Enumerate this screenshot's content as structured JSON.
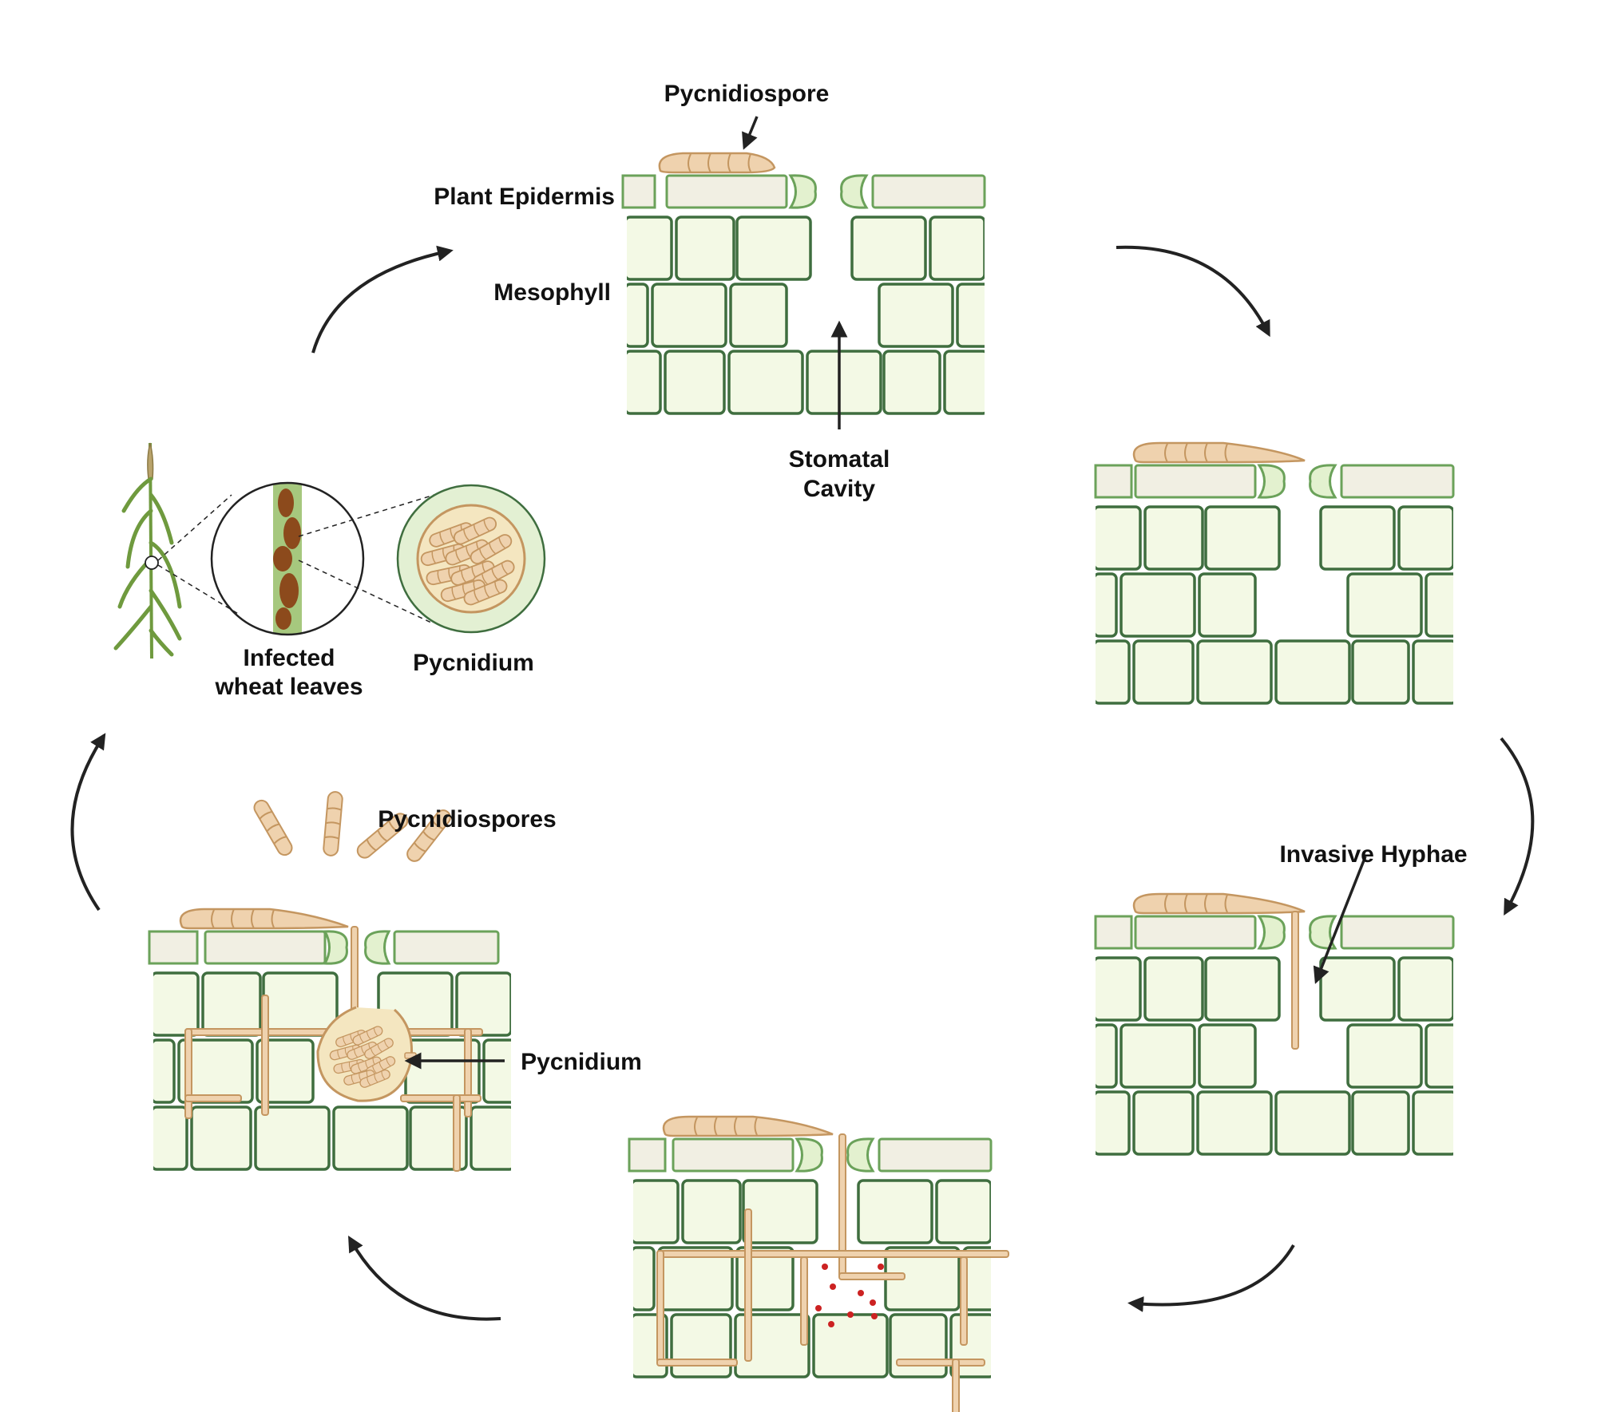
{
  "labels": {
    "pycnidiospore": "Pycnidiospore",
    "plant_epidermis": "Plant Epidermis",
    "mesophyll": "Mesophyll",
    "stomatal_cavity_line1": "Stomatal",
    "stomatal_cavity_line2": "Cavity",
    "infected_line1": "Infected",
    "infected_line2": "wheat leaves",
    "pycnidium_top": "Pycnidium",
    "invasive_hyphae": "Invasive Hyphae",
    "pycnidiospores": "Pycnidiospores",
    "pycnidium_bottom": "Pycnidium"
  },
  "colors": {
    "cell_fill": "#f3f9e5",
    "cell_stroke": "#3f6e3f",
    "epidermis_fill": "#f1efe3",
    "epidermis_stroke": "#6ba25a",
    "guard_fill": "#e3f1cf",
    "spore_fill": "#efd2ae",
    "spore_stroke": "#c49660",
    "arrow": "#222222",
    "effector_dots": "#cc2222",
    "wheat_green": "#6f9a3e",
    "lesion_brown": "#8c4a1c"
  }
}
